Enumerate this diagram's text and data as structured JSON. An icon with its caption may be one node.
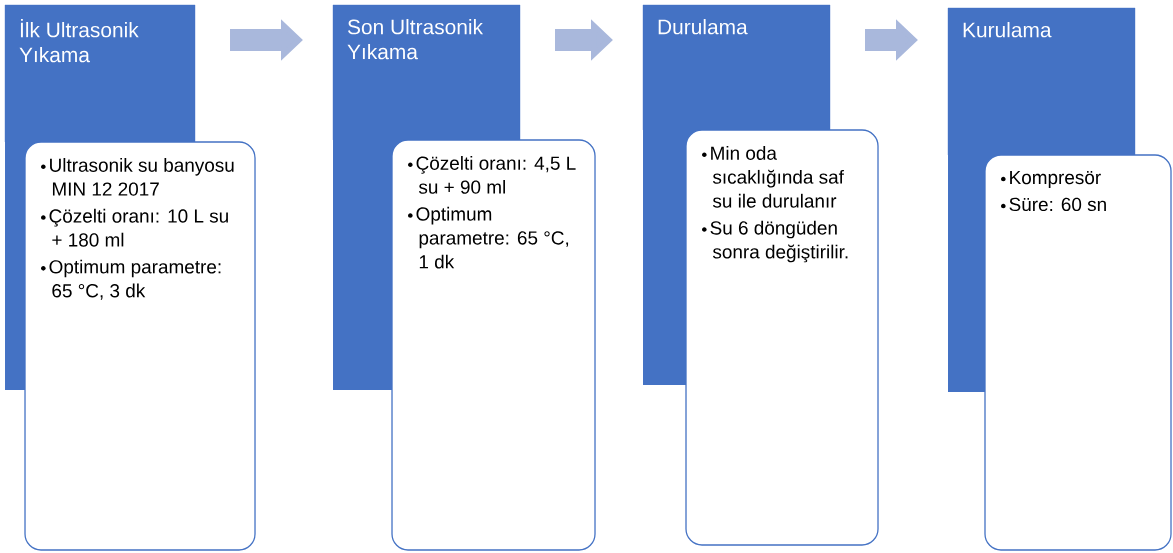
{
  "diagram": {
    "nodes": [
      {
        "text": [
          "İlk Ultrasonik Yıkama"
        ]
      },
      {
        "text": [
          "Ultrasonik su banyosu MIN 12 2017",
          "Çözelti oranı: 10 L su + 180 ml",
          "Optimum parametre: 65 °C, 3 dk"
        ]
      },
      {
        "text": [
          "Son Ultrasonik Yıkama"
        ]
      },
      {
        "text": [
          "Çözelti oranı: 4,5 L su + 90 ml",
          "Optimum parametre: 65 °C, 1 dk"
        ]
      },
      {
        "text": [
          "Durulama"
        ]
      },
      {
        "text": [
          "Min oda sıcaklığında saf su ile durulanır",
          "Su 6 döngüden sonra değiştirilir."
        ]
      },
      {
        "text": [
          "Kurulama"
        ]
      },
      {
        "text": [
          "Kompresör",
          "Süre: 60 sn"
        ]
      }
    ],
    "edges": [
      {
        "from": 0,
        "to": 2,
        "arrow": "to"
      },
      {
        "from": 2,
        "to": 4,
        "arrow": "to"
      },
      {
        "from": 4,
        "to": 6,
        "arrow": "to"
      }
    ]
  }
}
